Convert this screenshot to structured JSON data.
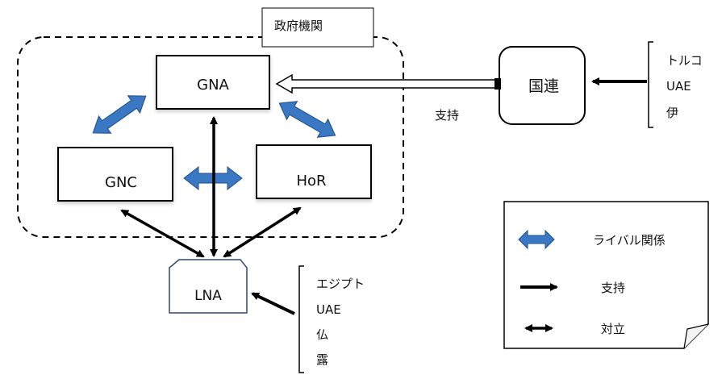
{
  "group": {
    "label": "政府機関"
  },
  "nodes": {
    "gna": "GNA",
    "gnc": "GNC",
    "hor": "HoR",
    "lna": "LNA",
    "un": "国連"
  },
  "support_label": "支持",
  "un_backers": [
    "トルコ",
    "UAE",
    "伊"
  ],
  "lna_backers": [
    "エジプト",
    "UAE",
    "仏",
    "露"
  ],
  "legend": {
    "rivalry": "ライバル関係",
    "support": "支持",
    "conflict": "対立"
  },
  "colors": {
    "rival_arrow": "#3a78c3",
    "rival_arrow_border": "#1f4f8a",
    "line": "#000000",
    "lna_border": "#2b4a78"
  }
}
